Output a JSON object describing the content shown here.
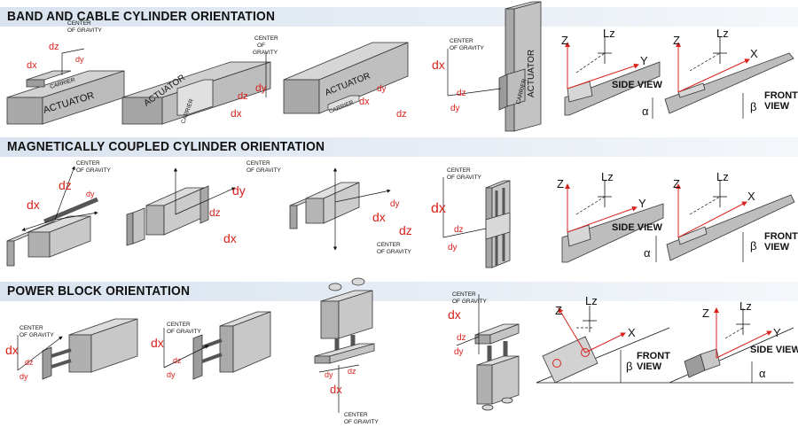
{
  "sections": [
    {
      "title": "BAND AND CABLE CYLINDER ORIENTATION"
    },
    {
      "title": "MAGNETICALLY COUPLED CYLINDER ORIENTATION"
    },
    {
      "title": "POWER BLOCK ORIENTATION"
    }
  ],
  "labels": {
    "actuator": "ACTUATOR",
    "carrier": "CARRIER",
    "center_line1": "CENTER",
    "center_line2": "OF GRAVITY",
    "center_of": "OF",
    "gravity": "GRAVITY",
    "dx": "dx",
    "dy": "dy",
    "dz": "dz",
    "side_view": "SIDE VIEW",
    "front_view_1": "FRONT",
    "front_view_2": "VIEW",
    "z": "Z",
    "y": "Y",
    "x": "X",
    "lz": "Lz",
    "alpha": "α",
    "beta": "β"
  },
  "colors": {
    "accent_red": "#d9231d",
    "band": "#dbe4ef",
    "part_gray": "#b9b9b9"
  }
}
